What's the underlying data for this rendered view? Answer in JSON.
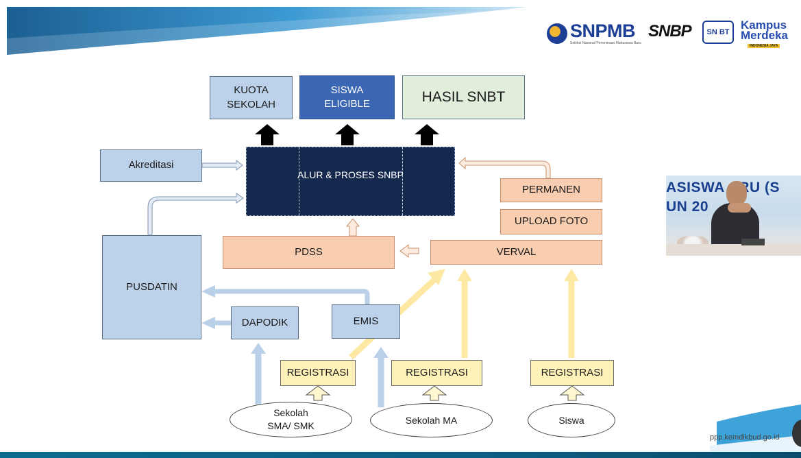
{
  "header": {
    "logos": [
      {
        "label": "SNPMB",
        "sublabel": "Seleksi Nasional Penerimaan Mahasiswa Baru",
        "color": "#1c3f95"
      },
      {
        "label": "SNBP",
        "color": "#111111"
      },
      {
        "label": "SN BT",
        "color": "#1c3f95"
      },
      {
        "label": "Kampus",
        "label2": "Merdeka",
        "sublabel": "INDONESIA JAYA",
        "color": "#2a4db0"
      }
    ]
  },
  "diagram": {
    "outputs": {
      "kuota": "KUOTA\nSEKOLAH",
      "siswa": "SISWA\nELIGIBLE",
      "hasil": "HASIL SNBT"
    },
    "core": "ALUR & PROSES SNBP",
    "akreditasi": "Akreditasi",
    "pusdatin": "PUSDATIN",
    "pdss": "PDSS",
    "verval": "VERVAL",
    "permanen": "PERMANEN",
    "upload_foto": "UPLOAD FOTO",
    "dapodik": "DAPODIK",
    "emis": "EMIS",
    "registrasi": [
      "REGISTRASI",
      "REGISTRASI",
      "REGISTRASI"
    ],
    "sources": {
      "sekolah_sma": "Sekolah\nSMA/ SMK",
      "sekolah_ma": "Sekolah MA",
      "siswa": "Siswa"
    }
  },
  "webcam": {
    "text_line1": "ASISWA ARU (S",
    "text_line2": "UN 20"
  },
  "footer": {
    "url": "ppp.kemdikbud.go.id"
  },
  "colors": {
    "header_band": "#2c86c4",
    "footer_band": "#0d5e83",
    "core_fill": "#15294e",
    "arrow_blue": "#b9d0e8",
    "arrow_yellow": "#fde9a4"
  }
}
